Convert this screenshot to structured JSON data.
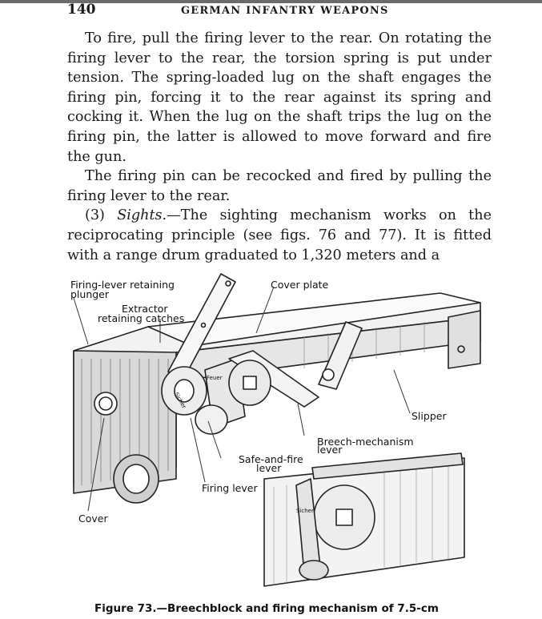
{
  "header": {
    "page_number": "140",
    "running_head": "GERMAN INFANTRY WEAPONS"
  },
  "paragraphs": [
    "To fire, pull the firing lever to the rear. On rotating the firing lever to the rear, the torsion spring is put under tension. The spring-loaded lug on the shaft engages the firing pin, forcing it to the rear against its spring and cocking it. When the lug on the shaft trips the lug on the firing pin, the latter is allowed to move forward and fire the gun.",
    "The firing pin can be recocked and fired by pulling the firing lever to the rear."
  ],
  "sights_para": {
    "number": "(3)",
    "term": "Sights.",
    "text": "—The sighting mechanism works on the reciprocating principle (see figs. 76 and 77). It is fitted with a range drum graduated to 1,320 meters and a"
  },
  "figure": {
    "labels": {
      "plunger_1": "Firing-lever retaining",
      "plunger_2": "plunger",
      "extractor_1": "Extractor",
      "extractor_2": "retaining catches",
      "cover_plate": "Cover plate",
      "slipper": "Slipper",
      "breech_1": "Breech-mechanism",
      "breech_2": "lever",
      "safe_1": "Safe-and-fire",
      "safe_2": "lever",
      "firing_lever": "Firing lever",
      "cover": "Cover"
    },
    "engravings": {
      "sicher": "Sicher",
      "feuer": "Feuer"
    },
    "caption": "Figure 73.—Breechblock and firing mechanism of 7.5-cm"
  }
}
